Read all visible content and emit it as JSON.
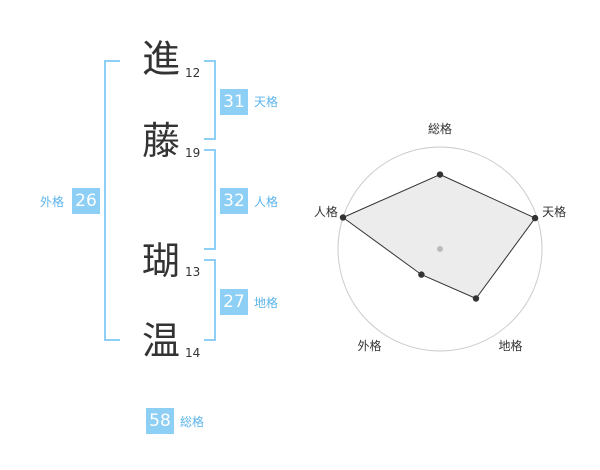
{
  "name_chars": [
    {
      "char": "進",
      "strokes": "12"
    },
    {
      "char": "藤",
      "strokes": "19"
    },
    {
      "char": "瑚",
      "strokes": "13"
    },
    {
      "char": "温",
      "strokes": "14"
    }
  ],
  "kaku": {
    "tenkaku": {
      "value": "31",
      "label": "天格"
    },
    "jinkaku": {
      "value": "32",
      "label": "人格"
    },
    "chikaku": {
      "value": "27",
      "label": "地格"
    },
    "gaikaku": {
      "value": "26",
      "label": "外格"
    },
    "soukaku": {
      "value": "58",
      "label": "総格"
    }
  },
  "colors": {
    "accent": "#8dcff5",
    "label": "#5bb4ea",
    "text": "#333333"
  },
  "chart_data": {
    "type": "radar",
    "axes": [
      "総格",
      "天格",
      "地格",
      "外格",
      "人格"
    ],
    "values": [
      0.73,
      0.98,
      0.6,
      0.31,
      1.0
    ],
    "max": 1.0,
    "rings": 4
  }
}
